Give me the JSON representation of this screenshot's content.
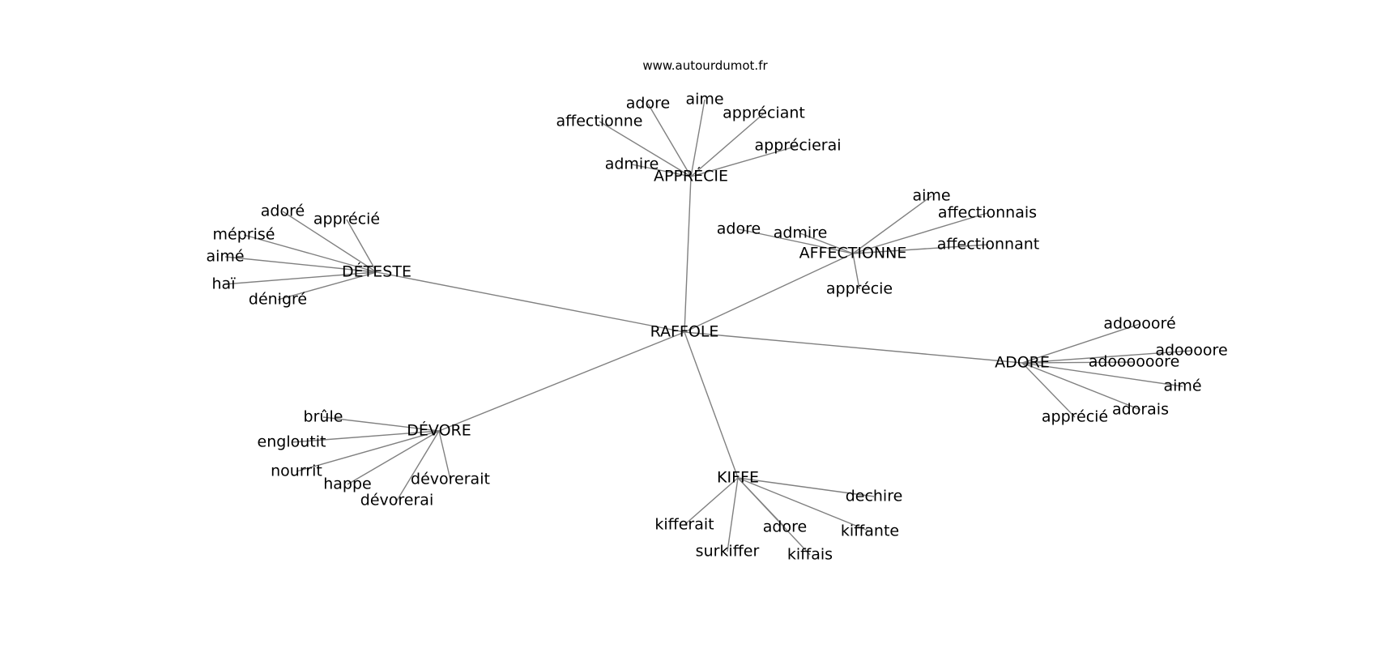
{
  "header": {
    "site": "www.autourdumot.fr"
  },
  "graph": {
    "center": "RAFFOLE",
    "hubs": [
      {
        "label": "APPRÉCIE",
        "neighbors": [
          "affectionne",
          "adore",
          "aime",
          "appréciant",
          "apprécierai",
          "admire"
        ]
      },
      {
        "label": "DÉTESTE",
        "neighbors": [
          "adoré",
          "apprécié",
          "méprisé",
          "aimé",
          "haï",
          "dénigré"
        ]
      },
      {
        "label": "AFFECTIONNE",
        "neighbors": [
          "aime",
          "affectionnais",
          "affectionnant",
          "adore",
          "admire",
          "apprécie"
        ]
      },
      {
        "label": "ADORE",
        "neighbors": [
          "adooooré",
          "adoooore",
          "adoooooore",
          "aimé",
          "adorais",
          "apprécié"
        ]
      },
      {
        "label": "DÉVORE",
        "neighbors": [
          "brûle",
          "engloutit",
          "nourrit",
          "happe",
          "dévorerait",
          "dévorerai"
        ]
      },
      {
        "label": "KIFFE",
        "neighbors": [
          "dechire",
          "kiffante",
          "kifferait",
          "adore",
          "surkiffer",
          "kiffais"
        ]
      }
    ]
  }
}
